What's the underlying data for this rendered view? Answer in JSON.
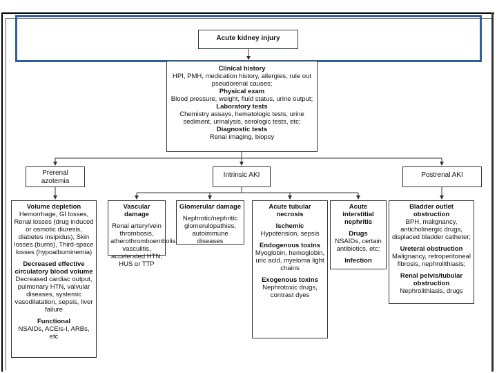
{
  "root": {
    "label": "Acute kidney injury"
  },
  "clinical": {
    "history_title": "Clinical history",
    "history_text": "HPI, PMH, medication history, allergies, rule out pseudorenal causes;",
    "exam_title": "Physical exam",
    "exam_text": "Blood pressure, weight, fluid status, urine output;",
    "lab_title": "Laboratory tests",
    "lab_text": "Chemistry assays, hematologic tests, urine sediment, urinalysis, serologic tests, etc;",
    "diag_title": "Diagnostic tests",
    "diag_text": "Renal imaging, biopsy"
  },
  "categories": {
    "prerenal": "Prerenal azotemia",
    "intrinsic": "Intrinsic AKI",
    "postrenal": "Postrenal AKI"
  },
  "volume": {
    "title": "Volume depletion",
    "text": "Hemorrhage, GI losses, Renal losses (drug induced or osmotic diuresis, diabetes insipidus), Skin losses (burns), Third-space losses (hypoalbuminemia)",
    "circ_title": "Decreased effective circulatory blood volume",
    "circ_text": "Decreased cardiac output, pulmonary HTN, valvular diseases, systemic vasodilatation, sepsis, liver failure",
    "func_title": "Functional",
    "func_text": "NSAIDs, ACEIs-I, ARBs, etc"
  },
  "vascular": {
    "title": "Vascular damage",
    "text": "Renal artery/vein thrombosis, atherothromboembolism, vasculitis, accelerated HTN, HUS or TTP"
  },
  "glomerular": {
    "title": "Glomerular damage",
    "text": "Nephrotic/nephritic glomerulopathies, autoimmune diseases"
  },
  "atn": {
    "title": "Acute tubular necrosis",
    "isch_title": "Ischemic",
    "isch_text": "Hypotension, sepsis",
    "endo_title": "Endogenous toxins",
    "endo_text": "Myoglobin, hemoglobin, uric acid, myeloma light chains",
    "exo_title": "Exogenous toxins",
    "exo_text": "Nephrotoxic drugs, contrast dyes"
  },
  "ain": {
    "title": "Acute interstitial nephritis",
    "drugs_title": "Drugs",
    "drugs_text": "NSAIDs, certain antibiotics, etc;",
    "inf_title": "Infection"
  },
  "postrenal_detail": {
    "bladder_title": "Bladder outlet obstruction",
    "bladder_text": "BPH, malignancy, anticholinergic drugs, displaced bladder catheter;",
    "ureter_title": "Ureteral obstruction",
    "ureter_text": "Malignancy, retroperitoneal fibrosis, nephrolithiasis;",
    "pelvis_title": "Renal pelvis/tubular obstruction",
    "pelvis_text": "Nephrolithiasis, drugs"
  }
}
